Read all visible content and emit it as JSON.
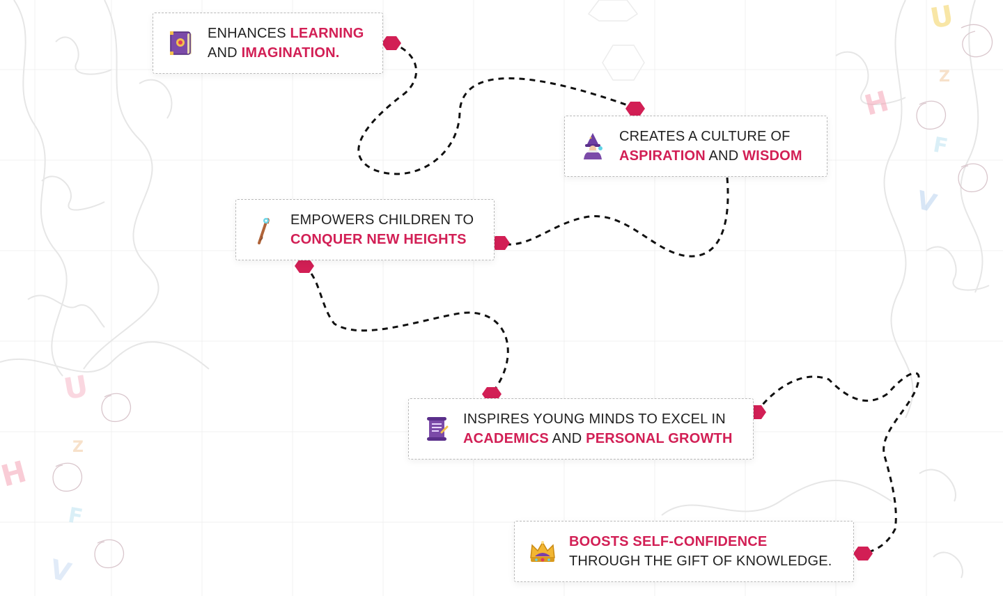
{
  "accent_color": "#d21f55",
  "text_color": "#222222",
  "path_color": "#111111",
  "cards": [
    {
      "id": "imagination",
      "icon": "spell-book-icon",
      "line1": [
        {
          "t": "ENHANCES ",
          "hl": false
        },
        {
          "t": "LEARNING",
          "hl": true
        }
      ],
      "line2": [
        {
          "t": "AND ",
          "hl": false
        },
        {
          "t": "IMAGINATION.",
          "hl": true
        }
      ]
    },
    {
      "id": "aspiration",
      "icon": "wizard-icon",
      "line1": [
        {
          "t": "CREATES A CULTURE OF",
          "hl": false
        }
      ],
      "line2": [
        {
          "t": "ASPIRATION",
          "hl": true
        },
        {
          "t": " AND ",
          "hl": false
        },
        {
          "t": "WISDOM",
          "hl": true
        }
      ]
    },
    {
      "id": "heights",
      "icon": "magic-staff-icon",
      "line1": [
        {
          "t": "EMPOWERS CHILDREN TO",
          "hl": false
        }
      ],
      "line2": [
        {
          "t": "CONQUER NEW HEIGHTS",
          "hl": true
        }
      ]
    },
    {
      "id": "academics",
      "icon": "scroll-icon",
      "line1": [
        {
          "t": "INSPIRES YOUNG MINDS TO EXCEL IN",
          "hl": false
        }
      ],
      "line2": [
        {
          "t": "ACADEMICS",
          "hl": true
        },
        {
          "t": " AND ",
          "hl": false
        },
        {
          "t": "PERSONAL GROWTH",
          "hl": true
        }
      ]
    },
    {
      "id": "confidence",
      "icon": "crown-icon",
      "line1": [
        {
          "t": "BOOSTS SELF-CONFIDENCE",
          "hl": true
        }
      ],
      "line2": [
        {
          "t": "THROUGH THE GIFT OF KNOWLEDGE.",
          "hl": false
        }
      ]
    }
  ],
  "letters_right": [
    {
      "ch": "U",
      "color": "#f4d35e"
    },
    {
      "ch": "Z",
      "color": "#f2c9a0"
    },
    {
      "ch": "H",
      "color": "#f5a3b5"
    },
    {
      "ch": "F",
      "color": "#bde3f2"
    },
    {
      "ch": "V",
      "color": "#b9d3ef"
    }
  ],
  "letters_left": [
    {
      "ch": "U",
      "color": "#f6b7c8"
    },
    {
      "ch": "Z",
      "color": "#f2c9a0"
    },
    {
      "ch": "H",
      "color": "#f5a3b5"
    },
    {
      "ch": "F",
      "color": "#bde3f2"
    },
    {
      "ch": "V",
      "color": "#c9dcf3"
    }
  ]
}
